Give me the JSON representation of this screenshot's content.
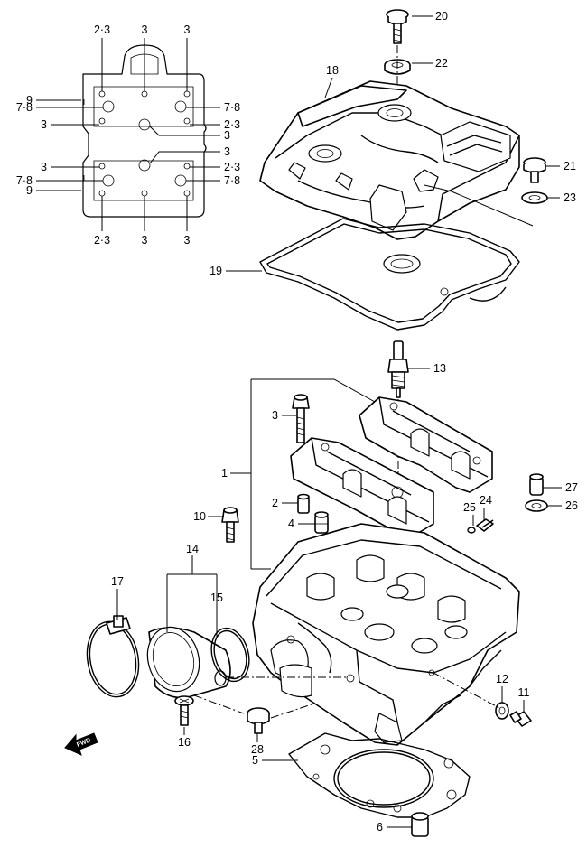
{
  "callouts": {
    "p1": "1",
    "p2": "2",
    "p3": "3",
    "p4": "4",
    "p5": "5",
    "p6": "6",
    "p10": "10",
    "p11": "11",
    "p12": "12",
    "p13": "13",
    "p14": "14",
    "p15": "15",
    "p16": "16",
    "p17": "17",
    "p18": "18",
    "p19": "19",
    "p20": "20",
    "p21": "21",
    "p22": "22",
    "p23": "23",
    "p24": "24",
    "p25": "25",
    "p26": "26",
    "p27": "27",
    "p28": "28"
  },
  "torque_map": {
    "top_labels": [
      "2·3",
      "3",
      "3"
    ],
    "bottom_labels": [
      "2·3",
      "3",
      "3"
    ],
    "left_labels": [
      "9",
      "7·8",
      "3",
      "3",
      "7·8",
      "9"
    ],
    "right_labels": [
      "7·8",
      "2·3",
      "3",
      "3",
      "2·3",
      "7·8"
    ]
  },
  "arrow_label": "FWD"
}
